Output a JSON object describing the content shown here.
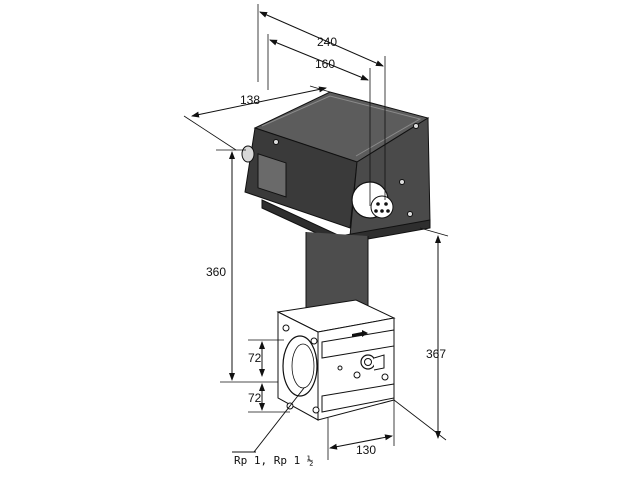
{
  "dimensions": {
    "width_total": "240",
    "width_inner": "160",
    "depth": "138",
    "height_to_actuator": "360",
    "height_total": "367",
    "port_upper": "72",
    "port_lower": "72",
    "body_width": "130"
  },
  "callout": {
    "connection": "Rp 1, Rp 1 ½"
  },
  "colors": {
    "line": "#111111",
    "housing_top": "#5c5c5c",
    "housing_front": "#3a3a3a",
    "housing_side": "#4a4a4a",
    "stem": "#4d4d4d",
    "body": "#ffffff"
  }
}
